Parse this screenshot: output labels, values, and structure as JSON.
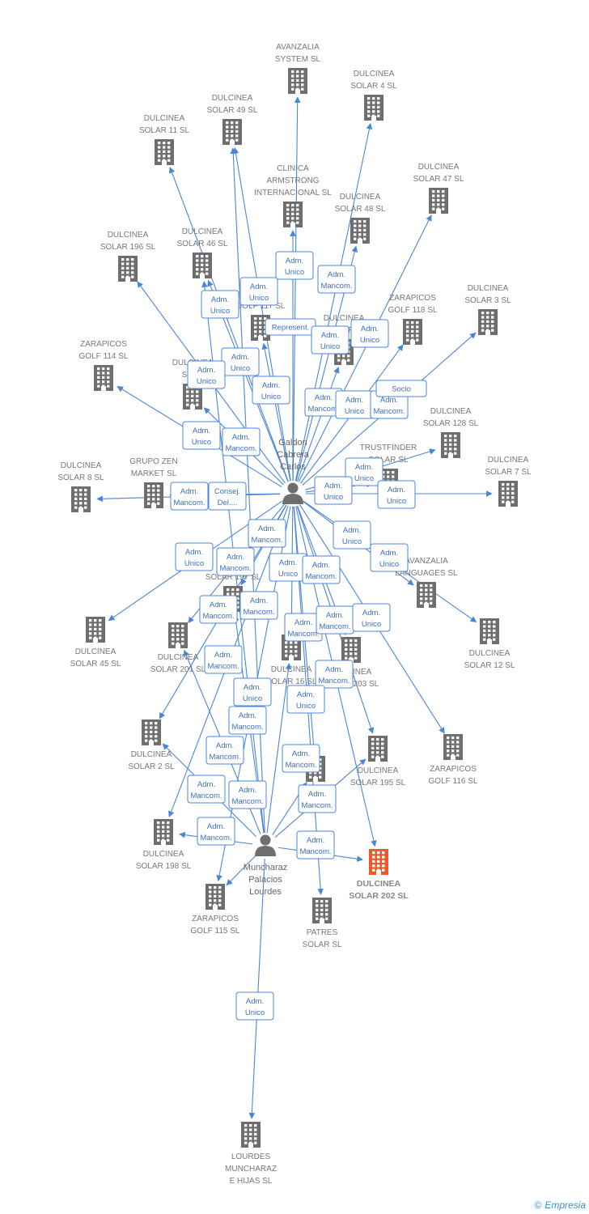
{
  "colors": {
    "edge": "#4a86d8",
    "building": "#6e6e6e",
    "highlight": "#f05a28",
    "person": "#6e6e6e"
  },
  "persons": [
    {
      "id": "galdon",
      "lines": [
        "Galdon",
        "Cabrera",
        "Carlos"
      ]
    },
    {
      "id": "muncharaz",
      "lines": [
        "Muncharaz",
        "Palacios",
        "Lourdes"
      ]
    }
  ],
  "companies": [
    {
      "id": "avanzalia_sys",
      "lines": [
        "AVANZALIA",
        "SYSTEM SL"
      ]
    },
    {
      "id": "s4",
      "lines": [
        "DULCINEA",
        "SOLAR 4 SL"
      ]
    },
    {
      "id": "s49",
      "lines": [
        "DULCINEA",
        "SOLAR 49 SL"
      ]
    },
    {
      "id": "s11",
      "lines": [
        "DULCINEA",
        "SOLAR 11 SL"
      ]
    },
    {
      "id": "clinica",
      "lines": [
        "CLINICA",
        "ARMSTRONG",
        "INTERNACIONAL SL"
      ]
    },
    {
      "id": "s47",
      "lines": [
        "DULCINEA",
        "SOLAR 47 SL"
      ]
    },
    {
      "id": "s48",
      "lines": [
        "DULCINEA",
        "SOLAR 48 SL"
      ]
    },
    {
      "id": "s196",
      "lines": [
        "DULCINEA",
        "SOLAR 196 SL"
      ]
    },
    {
      "id": "s46",
      "lines": [
        "DULCINEA",
        "SOLAR 46 SL"
      ]
    },
    {
      "id": "z117",
      "lines": [
        "S",
        "GOLF 117 SL"
      ]
    },
    {
      "id": "z118",
      "lines": [
        "ZARAPICOS",
        "GOLF 118 SL"
      ]
    },
    {
      "id": "s3",
      "lines": [
        "DULCINEA",
        "SOLAR 3 SL"
      ]
    },
    {
      "id": "s5x",
      "lines": [
        "DULCINEA",
        "SOLAR 5"
      ]
    },
    {
      "id": "z114",
      "lines": [
        "ZARAPICOS",
        "GOLF 114 SL"
      ]
    },
    {
      "id": "s_hidden",
      "lines": [
        "DULCINEA",
        "SOLA"
      ]
    },
    {
      "id": "s128",
      "lines": [
        "DULCINEA",
        "SOLAR 128 SL"
      ]
    },
    {
      "id": "trustfinder",
      "lines": [
        "TRUSTFINDER",
        "SOLAR SL"
      ]
    },
    {
      "id": "s8",
      "lines": [
        "DULCINEA",
        "SOLAR 8 SL"
      ]
    },
    {
      "id": "grupozen",
      "lines": [
        "GRUPO ZEN",
        "MARKET  SL"
      ]
    },
    {
      "id": "s7",
      "lines": [
        "DULCINEA",
        "SOLAR 7 SL"
      ]
    },
    {
      "id": "avanzalia_lang",
      "lines": [
        "AVANZALIA",
        "LANGUAGES SL"
      ]
    },
    {
      "id": "s197",
      "lines": [
        "SOLAR 197 SL"
      ]
    },
    {
      "id": "s45",
      "lines": [
        "DULCINEA",
        "SOLAR 45 SL"
      ]
    },
    {
      "id": "s201",
      "lines": [
        "DULCINEA",
        "SOLAR 201 SL"
      ]
    },
    {
      "id": "s16",
      "lines": [
        "DULCINEA",
        "SOLAR 16 SL"
      ]
    },
    {
      "id": "s203",
      "lines": [
        "DULCINEA",
        "SOLAR 203 SL"
      ]
    },
    {
      "id": "s12",
      "lines": [
        "DULCINEA",
        "SOLAR 12 SL"
      ]
    },
    {
      "id": "s2",
      "lines": [
        "DULCINEA",
        "SOLAR 2 SL"
      ]
    },
    {
      "id": "s_mid",
      "lines": [
        "S"
      ]
    },
    {
      "id": "s195",
      "lines": [
        "DULCINEA",
        "SOLAR 195 SL"
      ]
    },
    {
      "id": "z116",
      "lines": [
        "ZARAPICOS",
        "GOLF 116 SL"
      ]
    },
    {
      "id": "s198",
      "lines": [
        "DULCINEA",
        "SOLAR 198 SL"
      ]
    },
    {
      "id": "s202",
      "lines": [
        "DULCINEA",
        "SOLAR 202 SL"
      ],
      "highlight": true
    },
    {
      "id": "z115",
      "lines": [
        "ZARAPICOS",
        "GOLF 115 SL"
      ]
    },
    {
      "id": "patres",
      "lines": [
        "PATRES",
        "SOLAR SL"
      ]
    },
    {
      "id": "lourdes",
      "lines": [
        "LOURDES",
        "MUNCHARAZ",
        "E HIJAS SL"
      ]
    }
  ],
  "edge_labels": [
    {
      "lines": [
        "Adm.",
        "Unico"
      ]
    },
    {
      "lines": [
        "Adm.",
        "Mancom."
      ]
    },
    {
      "lines": [
        "Represent."
      ]
    },
    {
      "lines": [
        "Socio"
      ]
    },
    {
      "lines": [
        "Consej.",
        "Del...."
      ]
    }
  ],
  "footer": {
    "copyright": "©",
    "brand": "Empresia"
  }
}
